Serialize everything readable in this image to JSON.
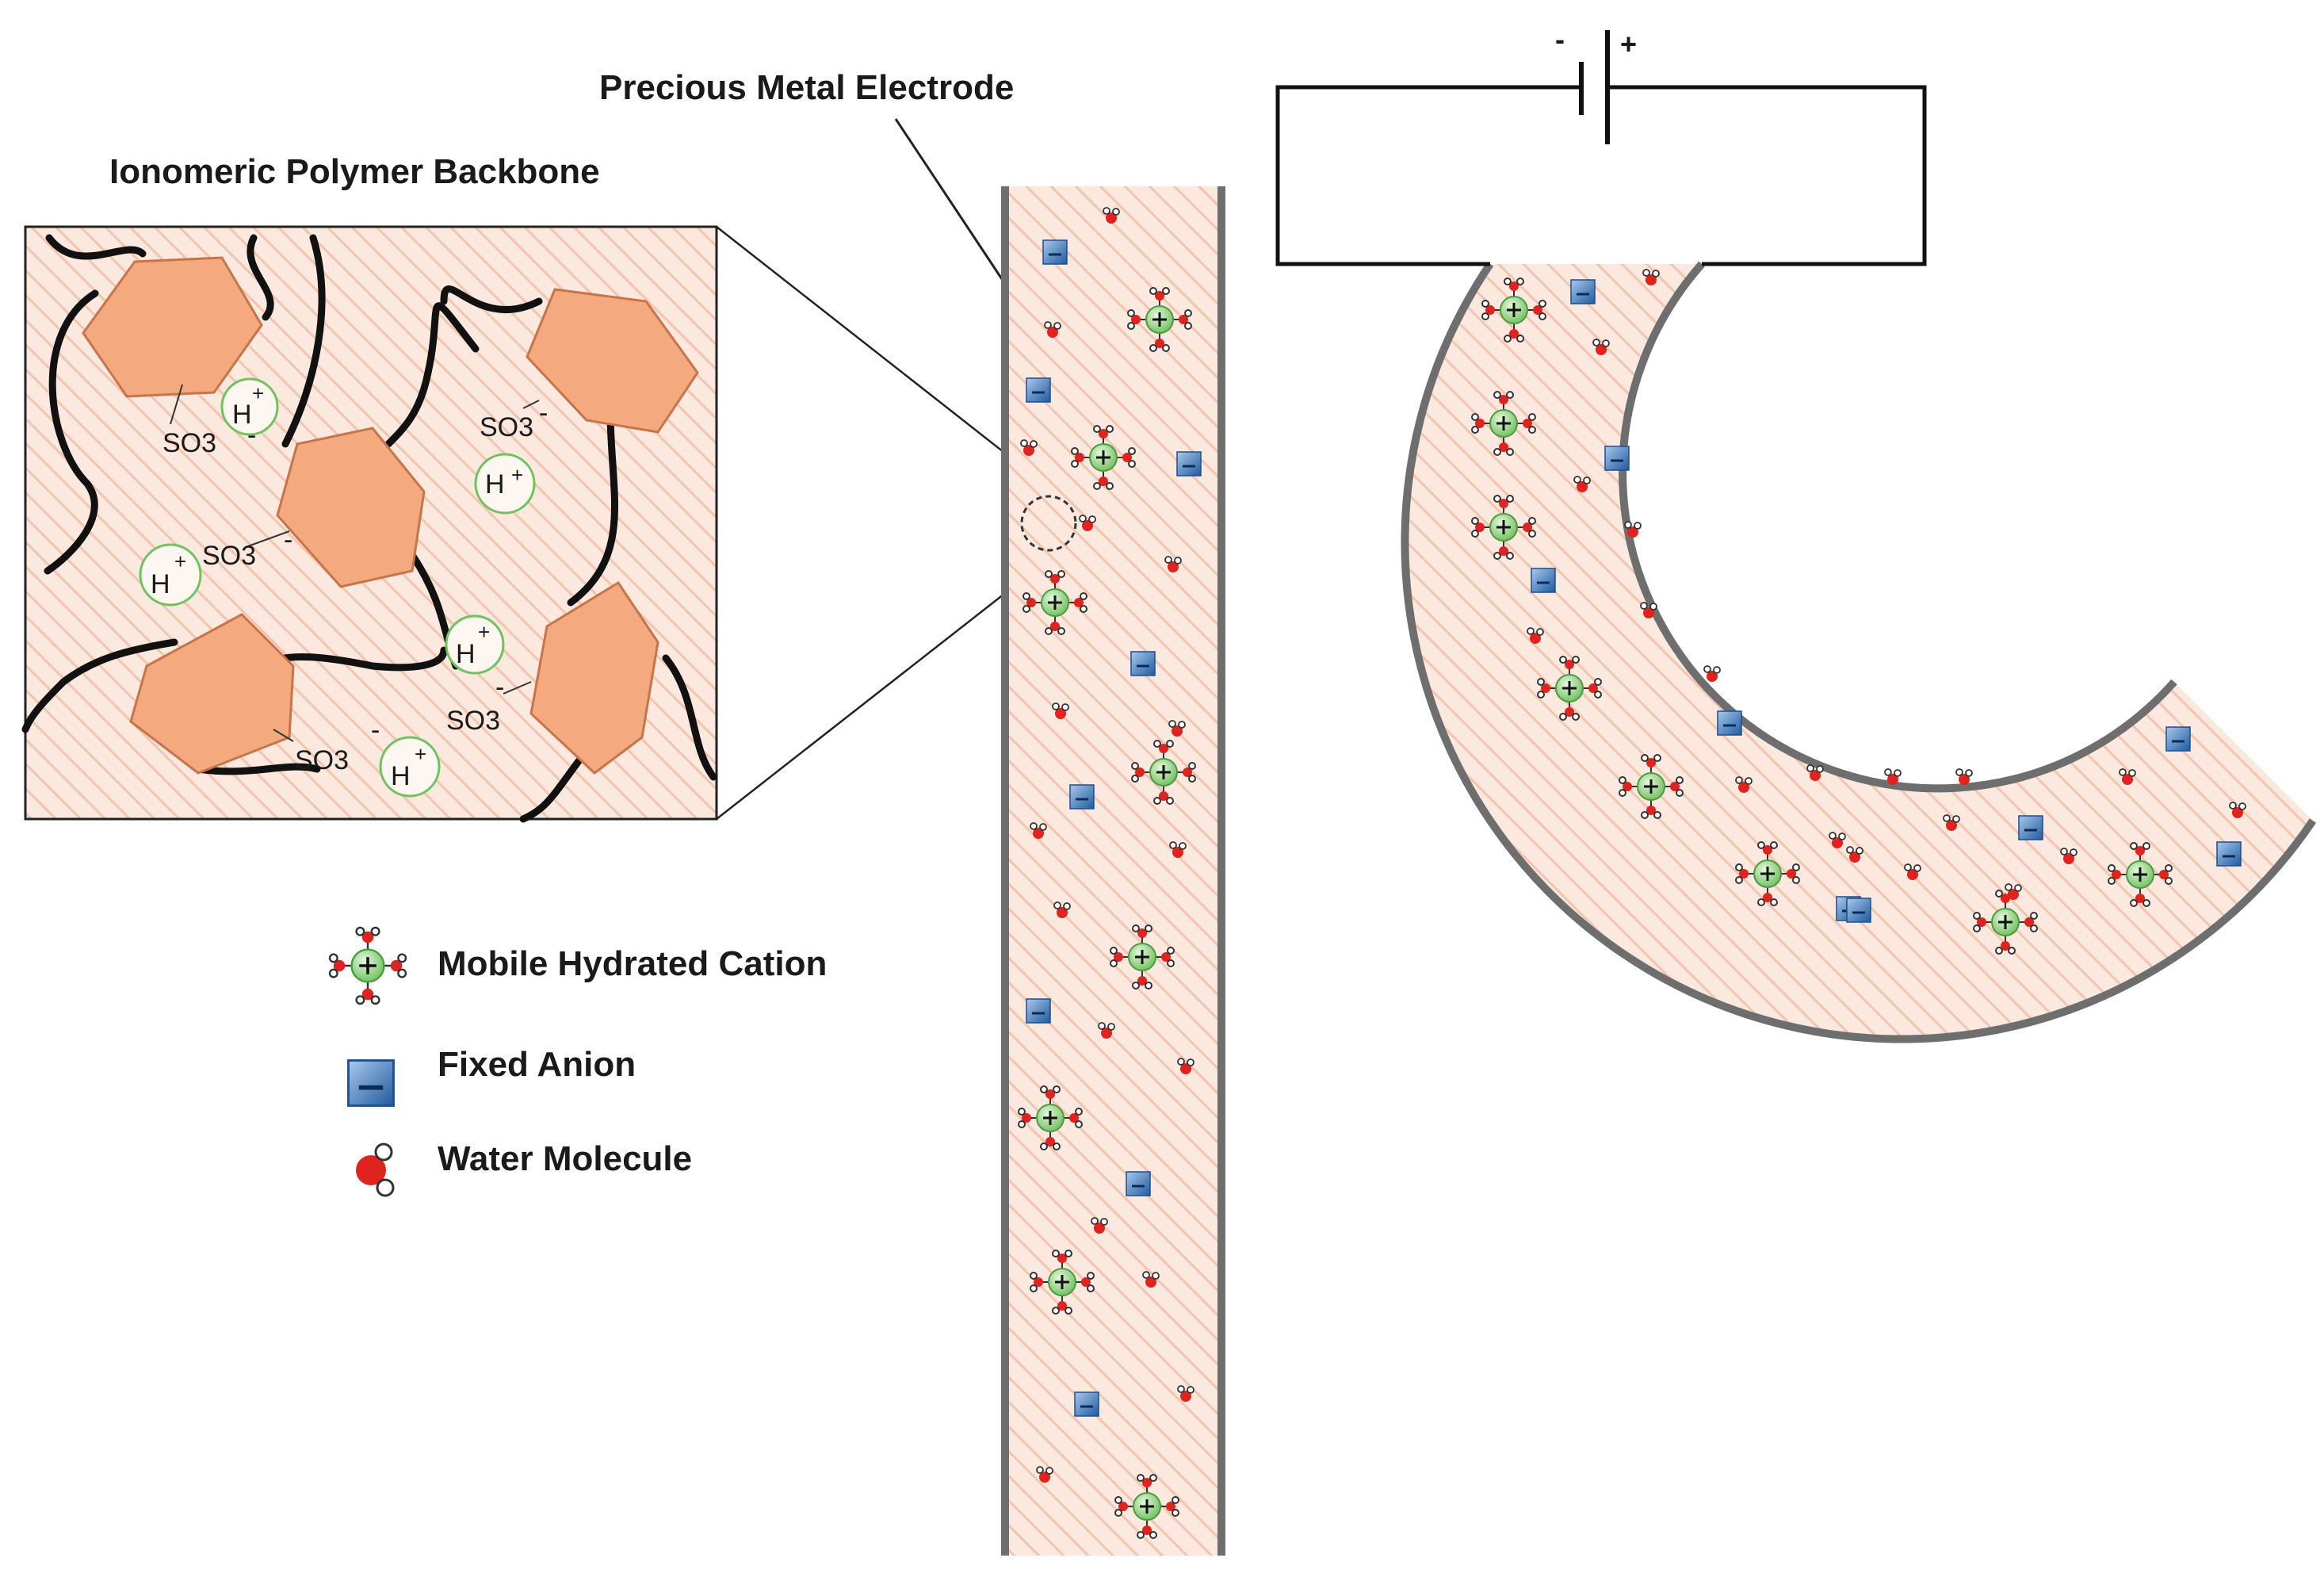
{
  "labels": {
    "electrode": "Precious Metal Electrode",
    "backbone": "Ionomeric Polymer Backbone"
  },
  "battery": {
    "negative": "-",
    "positive": "+"
  },
  "zoom_inset": {
    "group": "SO3",
    "group_charge": "-",
    "proton": "H",
    "proton_charge": "+"
  },
  "legend": [
    {
      "icon": "cation",
      "label": "Mobile Hydrated Cation"
    },
    {
      "icon": "anion",
      "label": "Fixed Anion"
    },
    {
      "icon": "water",
      "label": "Water Molecule"
    }
  ],
  "colors": {
    "polymer_fill": "#fbe8de",
    "hatch": "#f3c4ae",
    "hexagon": "#f4a97e",
    "hexagon_stroke": "#c8744a",
    "electrode": "#6e6e6e",
    "cation": "#7cc96b",
    "anion": "#2e6fb8",
    "water_oxygen": "#e0231e"
  },
  "icons": {
    "cation": "hydrated-cation-icon",
    "anion": "fixed-anion-icon",
    "water": "water-molecule-icon"
  }
}
